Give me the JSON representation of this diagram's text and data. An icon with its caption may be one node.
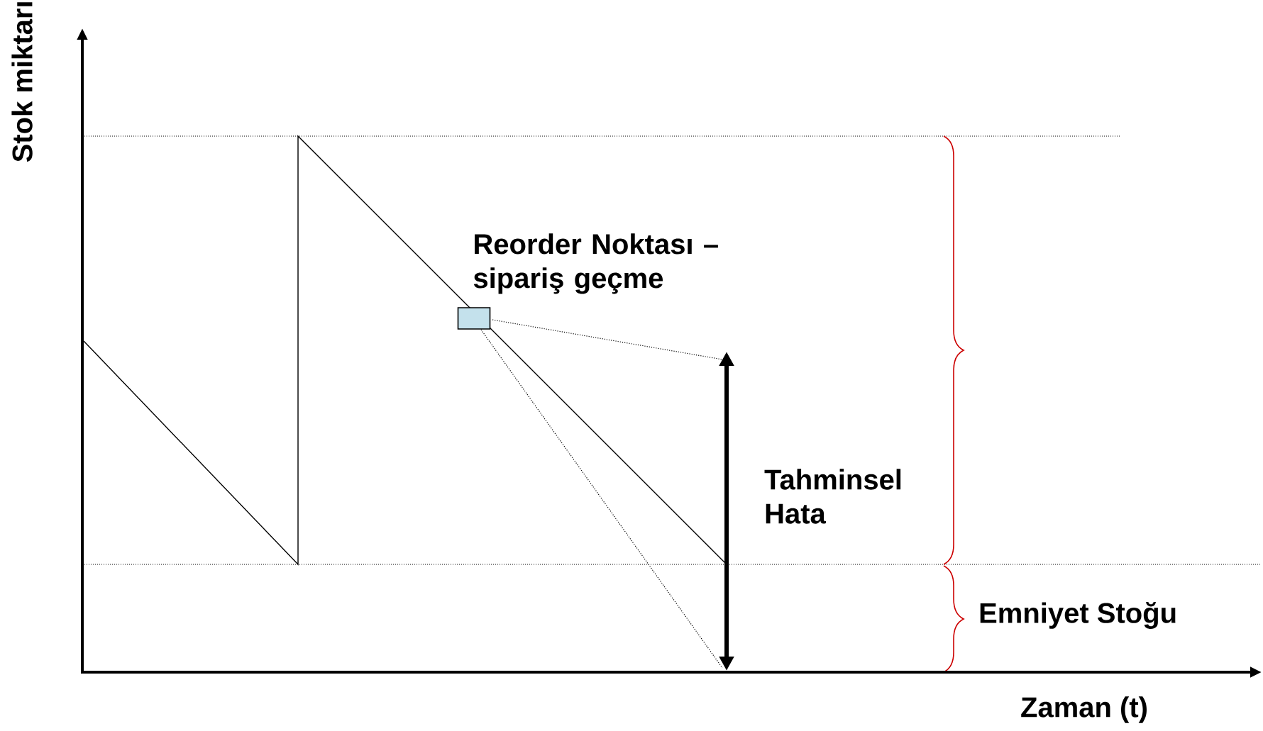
{
  "diagram": {
    "nodes": [
      {
        "text": [],
        "shape": "box",
        "beside": [
          "Reorder Noktası – sipariş geçme"
        ]
      }
    ],
    "labels": [
      "Stok miktarı",
      "Zaman (t)",
      "Tahminsel Hata",
      "Emniyet Stoğu"
    ]
  }
}
